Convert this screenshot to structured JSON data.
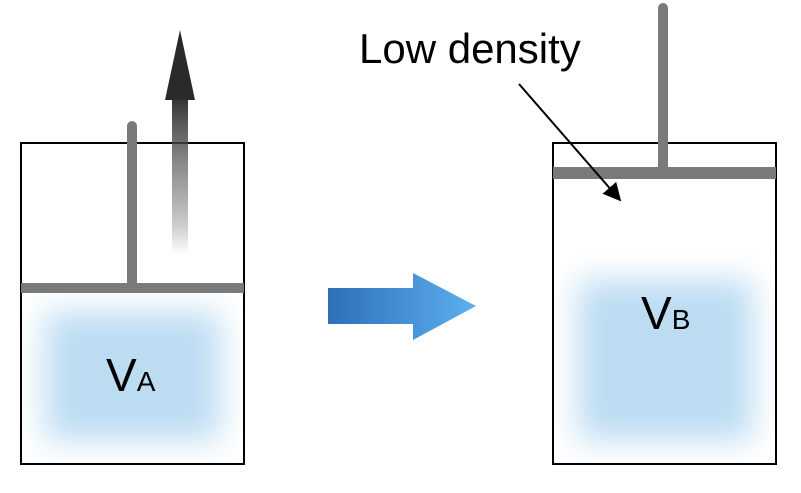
{
  "diagram": {
    "cylinder_a": {
      "volume_label_main": "V",
      "volume_label_sub": "A",
      "colors": {
        "wall": "#000000",
        "piston": "#7a7a7a",
        "gas": "#bcdcf2"
      }
    },
    "cylinder_b": {
      "volume_label_main": "V",
      "volume_label_sub": "B",
      "colors": {
        "wall": "#000000",
        "piston": "#7a7a7a",
        "gas": "#bcdcf2"
      }
    },
    "callout_text": "Low density",
    "transition_arrow_colors": {
      "start": "#2e6fb8",
      "end": "#5cb0ef"
    },
    "piston_motion_arrow_color": "#333333",
    "icons": {
      "up_arrow": "gradient-up-arrow-icon",
      "transition_arrow": "right-arrow-icon",
      "pointer": "pointer-arrow-icon"
    }
  }
}
